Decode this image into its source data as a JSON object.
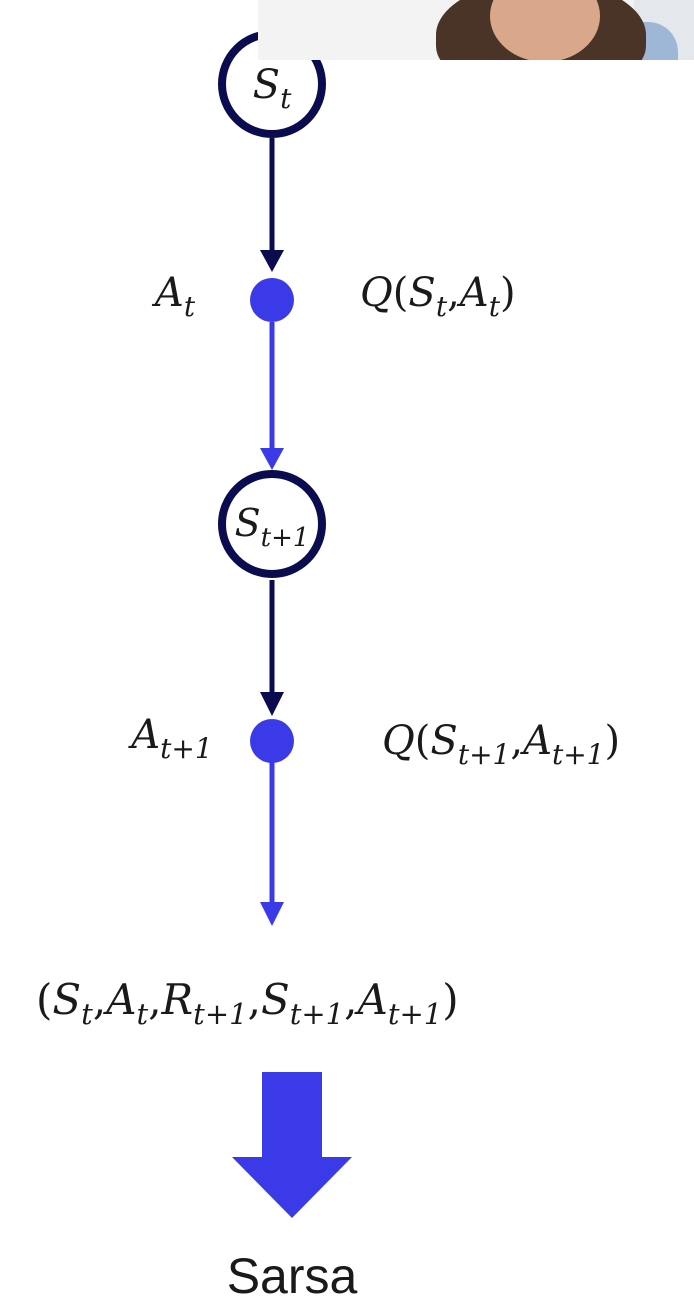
{
  "colors": {
    "dark_navy": "#0b0b4f",
    "blue": "#3a3ae8",
    "text": "#1a1a1a"
  },
  "nodes": {
    "state_t": {
      "base": "S",
      "sub": "t"
    },
    "action_t": {
      "base": "A",
      "sub": "t"
    },
    "state_t1": {
      "base": "S",
      "sub": "t+1"
    },
    "action_t1": {
      "base": "A",
      "sub": "t+1"
    }
  },
  "q_values": {
    "q_t": {
      "fn": "Q",
      "open": "(",
      "arg1": {
        "base": "S",
        "sub": "t"
      },
      "sep": ",",
      "arg2": {
        "base": "A",
        "sub": "t"
      },
      "close": ")"
    },
    "q_t1": {
      "fn": "Q",
      "open": "(",
      "arg1": {
        "base": "S",
        "sub": "t+1"
      },
      "sep": ",",
      "arg2": {
        "base": "A",
        "sub": "t+1"
      },
      "close": ")"
    }
  },
  "tuple": {
    "open": "(",
    "close": ")",
    "sep": ",",
    "items": [
      {
        "base": "S",
        "sub": "t"
      },
      {
        "base": "A",
        "sub": "t"
      },
      {
        "base": "R",
        "sub": "t+1"
      },
      {
        "base": "S",
        "sub": "t+1"
      },
      {
        "base": "A",
        "sub": "t+1"
      }
    ]
  },
  "caption": "Sarsa",
  "webcam": {
    "icon": "webcam-overlay"
  }
}
